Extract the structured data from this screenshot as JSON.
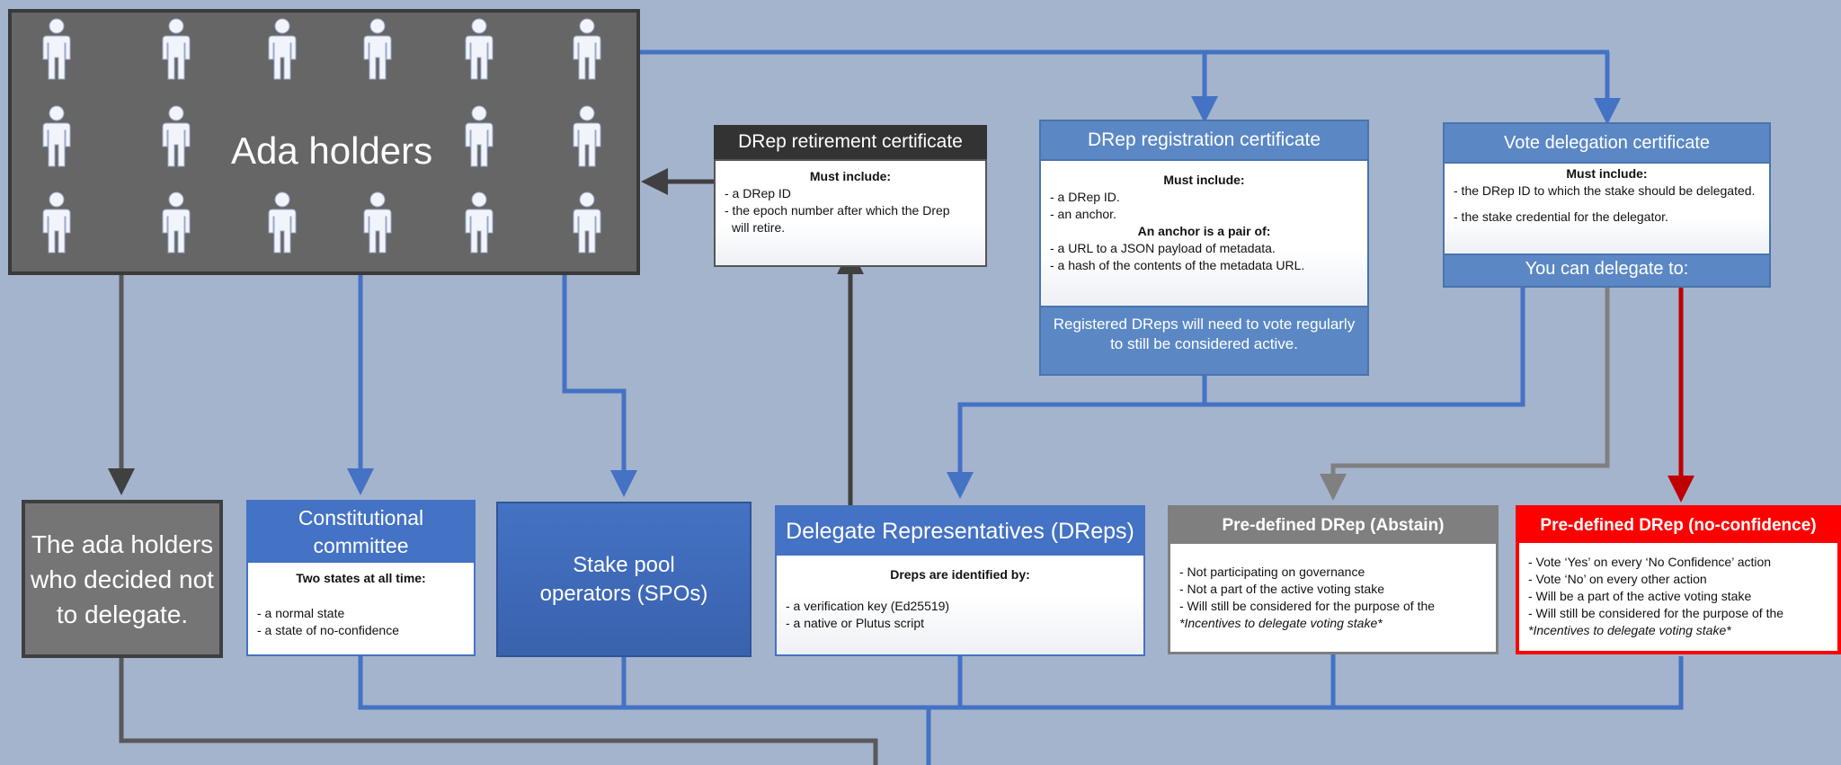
{
  "ada_holders": {
    "title": "Ada holders"
  },
  "retirement_cert": {
    "title": "DRep retirement certificate",
    "must_include": "Must include:",
    "items": [
      "- a DRep ID",
      "- the epoch number after which the Drep",
      "  will retire."
    ]
  },
  "registration_cert": {
    "title": "DRep registration certificate",
    "must_include": "Must include:",
    "items": [
      "- a DRep ID.",
      "- an anchor."
    ],
    "anchor_heading": "An anchor is a pair of:",
    "anchor_items": [
      "- a URL to a JSON payload of metadata.",
      "- a hash of the contents of the metadata URL."
    ],
    "footer": "Registered DReps will need to vote regularly to still be considered active."
  },
  "delegation_cert": {
    "title": "Vote delegation certificate",
    "must_include": "Must include:",
    "items": [
      "- the DRep ID to which the stake should be delegated.",
      "- the stake credential for the delegator."
    ],
    "footer": "You can delegate to:"
  },
  "non_delegators": {
    "text": "The ada holders who decided not to delegate."
  },
  "committee": {
    "title": "Constitutional committee",
    "heading": "Two states at all time:",
    "items": [
      "- a normal state",
      "- a state of no-confidence"
    ]
  },
  "spo": {
    "text": "Stake pool operators (SPOs)"
  },
  "dreps": {
    "title": "Delegate Representatives (DReps)",
    "heading": "Dreps are identified by:",
    "items": [
      "- a verification key (Ed25519)",
      "- a native or Plutus script"
    ]
  },
  "abstain": {
    "title": "Pre-defined DRep (Abstain)",
    "items": [
      "- Not participating on governance",
      "- Not a part of the active voting stake",
      "- Will still be considered for the purpose of the"
    ],
    "incentive": "*Incentives to delegate voting stake*"
  },
  "no_confidence": {
    "title": "Pre-defined DRep (no-confidence)",
    "items": [
      "- Vote ‘Yes’ on every ‘No Confidence’ action",
      "- Vote ‘No’ on every other action",
      "- Will be a part of the active voting stake",
      "- Will still be considered for the purpose of the"
    ],
    "incentive": "*Incentives to delegate voting stake*"
  },
  "colors": {
    "background": "#a4b4cd",
    "blue_line": "#4472c4",
    "dark_line": "#404040",
    "gray_line": "#808080",
    "red_line": "#c00000"
  }
}
